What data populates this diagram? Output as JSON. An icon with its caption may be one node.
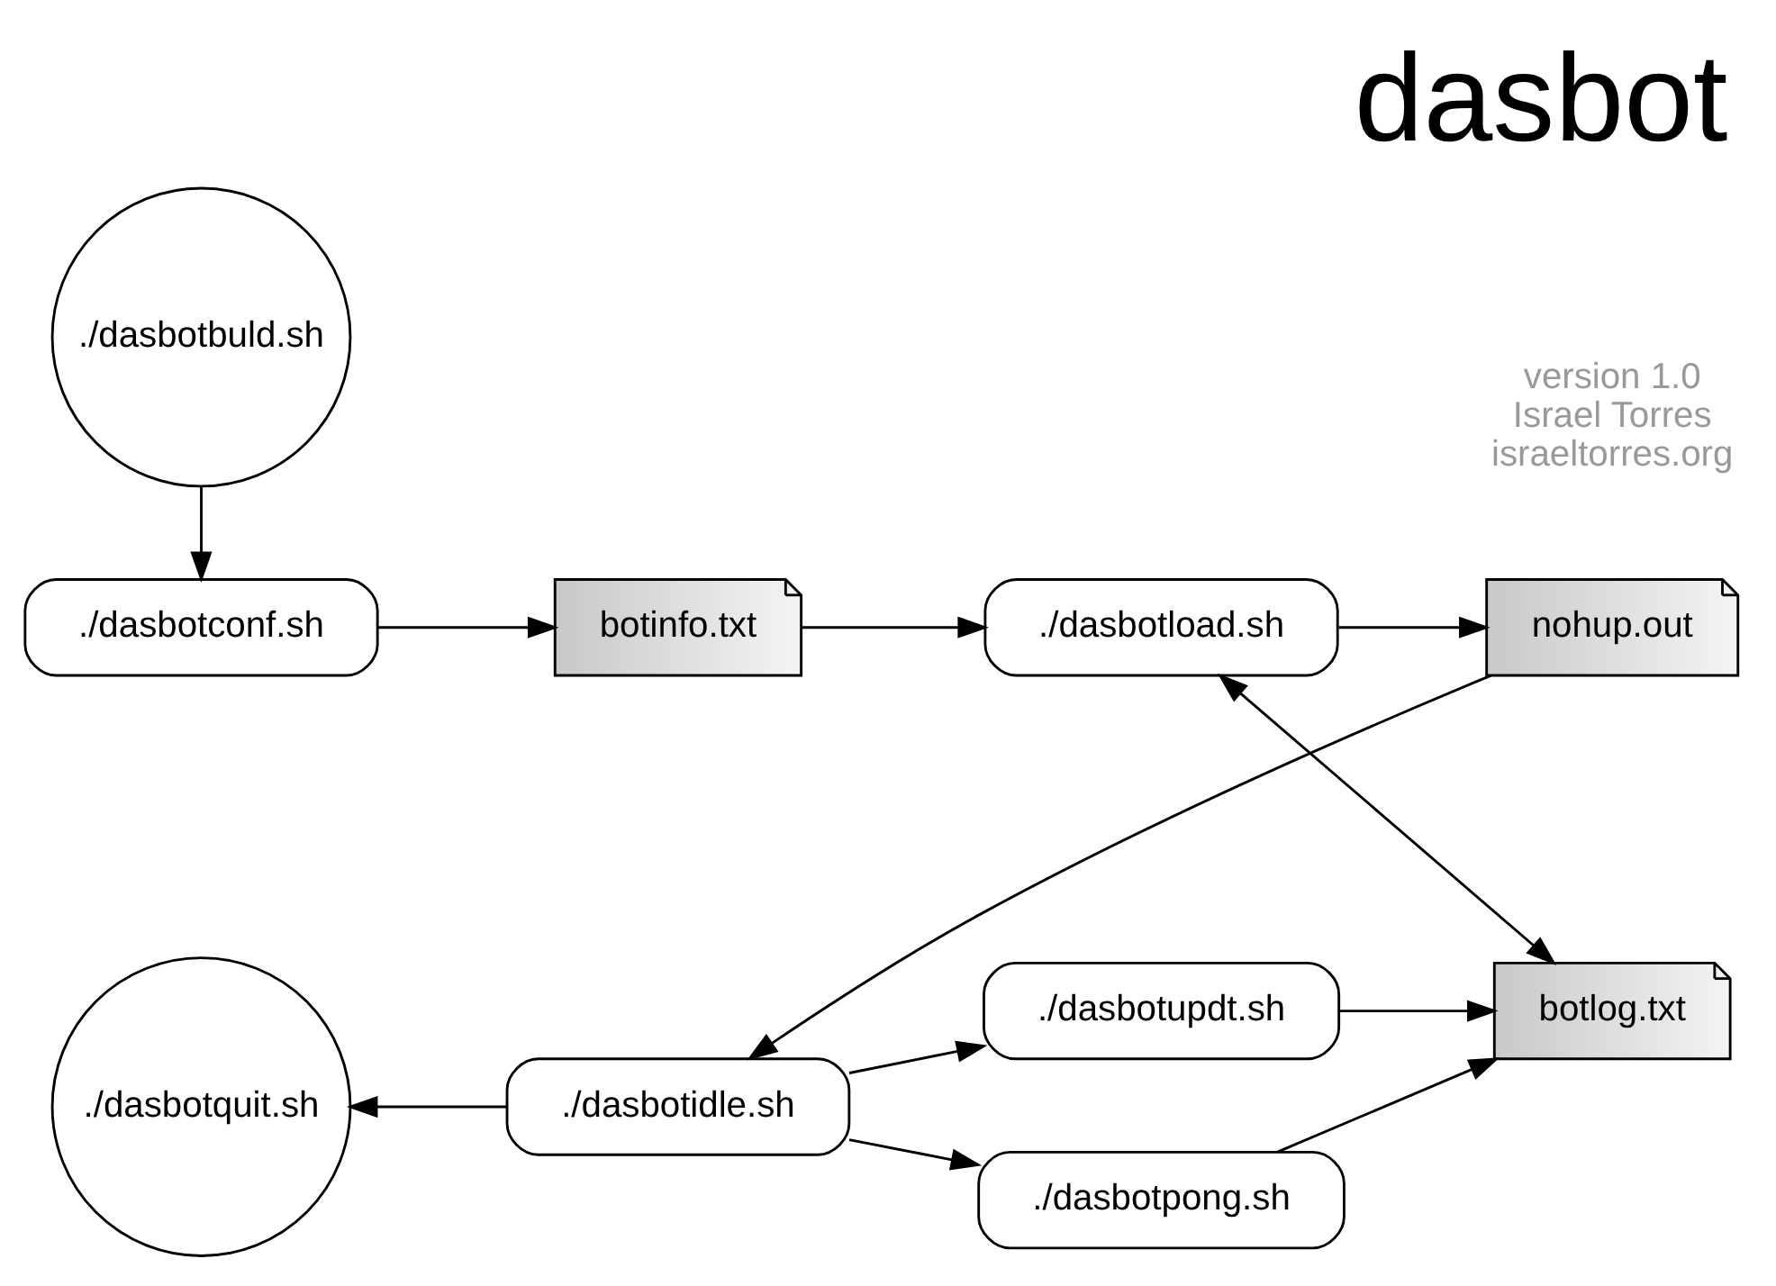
{
  "diagram": {
    "title": "dasbot",
    "nodes": [
      {
        "text": [
          "./dasbotbuld.sh"
        ]
      },
      {
        "text": [
          "./dasbotconf.sh"
        ]
      },
      {
        "text": [
          "botinfo.txt"
        ]
      },
      {
        "text": [
          "./dasbotload.sh"
        ]
      },
      {
        "text": [
          "nohup.out"
        ]
      },
      {
        "text": [
          "botlog.txt"
        ]
      },
      {
        "text": [
          "./dasbotupdt.sh"
        ]
      },
      {
        "text": [
          "./dasbotidle.sh"
        ]
      },
      {
        "text": [
          "./dasbotpong.sh"
        ]
      },
      {
        "text": [
          "./dasbotquit.sh"
        ]
      }
    ],
    "edges": [
      {
        "from": 0,
        "to": 1,
        "arrow": "to"
      },
      {
        "from": 1,
        "to": 2,
        "arrow": "to"
      },
      {
        "from": 2,
        "to": 3,
        "arrow": "to"
      },
      {
        "from": 3,
        "to": 5,
        "arrow": "both"
      },
      {
        "from": 3,
        "to": 4,
        "arrow": "to"
      },
      {
        "from": 4,
        "to": 7,
        "arrow": "to"
      },
      {
        "from": 7,
        "to": 6,
        "arrow": "to"
      },
      {
        "from": 7,
        "to": 8,
        "arrow": "to"
      },
      {
        "from": 7,
        "to": 9,
        "arrow": "to"
      },
      {
        "from": 6,
        "to": 5,
        "arrow": "to"
      },
      {
        "from": 8,
        "to": 5,
        "arrow": "to"
      }
    ],
    "labels": [
      "version 1.0",
      "Israel Torres",
      "israeltorres.org"
    ]
  }
}
